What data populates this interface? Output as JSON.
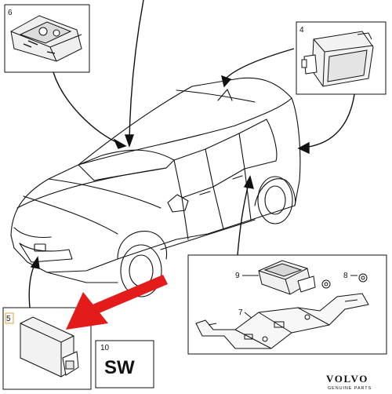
{
  "callouts": {
    "item_4": "4",
    "item_5": "5",
    "item_6": "6",
    "item_7": "7",
    "item_8": "8",
    "item_9": "9",
    "item_10": "10"
  },
  "symbol": {
    "text": "SW"
  },
  "brand": {
    "name": "VOLVO",
    "tagline": "GENUINE PARTS"
  },
  "colors": {
    "highlight_arrow": "#e31b1b",
    "line": "#111111",
    "callout_5_box": "#d8a640"
  }
}
